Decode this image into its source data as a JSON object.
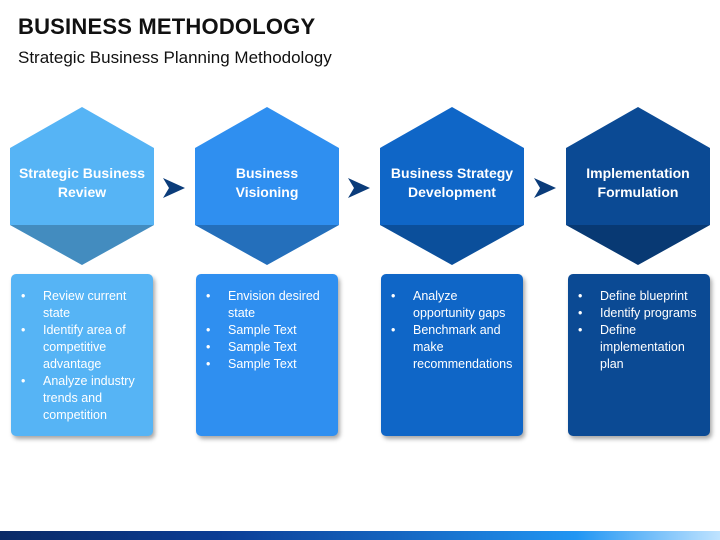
{
  "title": "BUSINESS METHODOLOGY",
  "subtitle": "Strategic Business Planning Methodology",
  "steps": [
    {
      "label": "Strategic Business Review",
      "color": "#56b4f5",
      "card_color": "#56b4f5",
      "items": [
        "Review current state",
        "Identify area of competitive advantage",
        "Analyze industry trends and competition"
      ]
    },
    {
      "label": "Business Visioning",
      "color": "#2f8ff0",
      "card_color": "#2f8ff0",
      "items": [
        "Envision desired state",
        "Sample Text",
        "Sample Text",
        "Sample Text"
      ]
    },
    {
      "label": "Business Strategy Development",
      "color": "#0f66c7",
      "card_color": "#0f66c7",
      "items": [
        "Analyze opportunity gaps",
        "Benchmark and make recommendations"
      ]
    },
    {
      "label": "Implementation Formulation",
      "color": "#0b4a94",
      "card_color": "#0b4a94",
      "items": [
        "Define blueprint",
        "Identify programs",
        "Define implementation plan"
      ]
    }
  ],
  "arrow_color": "#0b3c7a"
}
